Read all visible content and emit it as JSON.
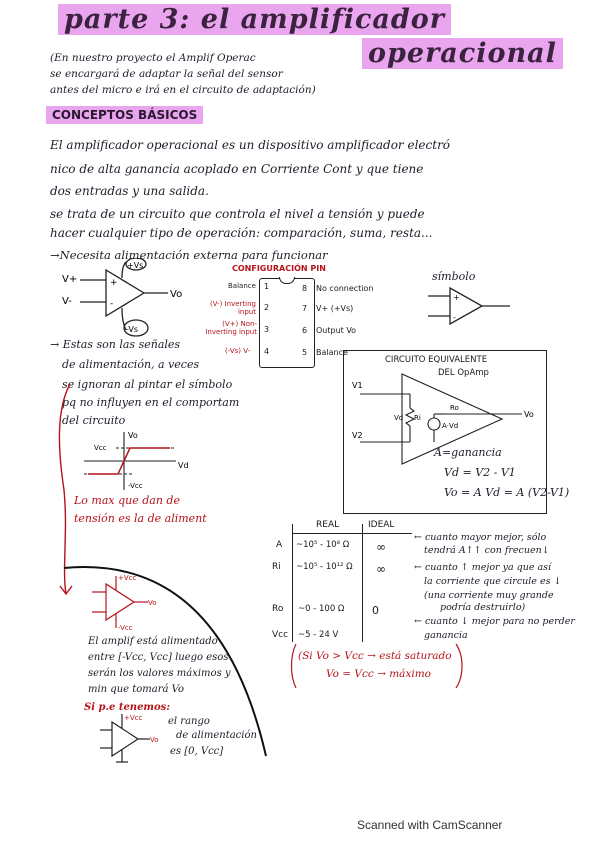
{
  "title": {
    "line1": "parte 3: el amplificador",
    "line2": "operacional"
  },
  "intro": [
    "(En nuestro proyecto el Amplif Operac",
    "se encargará de adaptar la señal del sensor",
    "antes del micro e irá en el circuito de adaptación)"
  ],
  "section_heading": "CONCEPTOS BÁSICOS",
  "definition": [
    "El   amplificador  operacional   es  un  dispositivo  amplificador  electró",
    "nico de alta ganancia  acoplado en  Corriente  Cont  y  que  tiene",
    "dos  entradas  y  una salida.",
    "se  trata  de  un  circuito   que  controla  el  nivel  a  tensión  y  puede",
    "hacer  cualquier  tipo  de  operación:  comparación, suma, resta..."
  ],
  "power_note": "→Necesita alimentación externa para funcionar",
  "left_symbol": {
    "vp": "V+",
    "vm": "V-",
    "vo": "Vo",
    "pvcc": "+Vs",
    "mvcc": "-Vs"
  },
  "signals_note": [
    "→ Estas son las señales",
    "de alimentación, a veces",
    "se ignoran al pintar el símbolo",
    "pq no influyen en el comportam",
    "del circuito"
  ],
  "pin_config": {
    "heading": "CONFIGURACIÓN PIN",
    "left": [
      {
        "label": "Balance",
        "num": "1"
      },
      {
        "label": "(V-) Inverting input",
        "num": "2"
      },
      {
        "label": "(V+) Non-Inverting input",
        "num": "3"
      },
      {
        "label": "(-Vs) V-",
        "num": "4"
      }
    ],
    "right": [
      {
        "label": "No connection",
        "num": "8"
      },
      {
        "label": "V+ (+Vs)",
        "num": "7"
      },
      {
        "label": "Output Vo",
        "num": "6"
      },
      {
        "label": "Balance",
        "num": "5"
      }
    ]
  },
  "symbol_heading": "símbolo",
  "equiv": {
    "heading1": "CIRCUITO EQUIVALENTE",
    "heading2": "DEL OpAmp",
    "v1": "V1",
    "v2": "V2",
    "vd": "Vd",
    "ri": "Ri",
    "ro": "Ro",
    "avd": "A·Vd",
    "vo": "Vo",
    "notes": [
      "A=ganancia",
      "Vd = V2 - V1",
      "Vo = A Vd = A (V2-V1)"
    ]
  },
  "transfer": {
    "vo": "Vo",
    "vd": "Vd",
    "vcc": "Vcc",
    "mvcc": "-Vcc"
  },
  "transfer_note": [
    "Lo max que dan de",
    "tensión es la de aliment"
  ],
  "table": {
    "headers": [
      "",
      "REAL",
      "IDEAL"
    ],
    "rows": [
      {
        "param": "A",
        "real": "~10⁵ - 10⁸ Ω",
        "ideal": "∞"
      },
      {
        "param": "Ri",
        "real": "~10⁵ - 10¹² Ω",
        "ideal": "∞"
      },
      {
        "param": "Ro",
        "real": "~0 - 100 Ω",
        "ideal": "0"
      },
      {
        "param": "Vcc",
        "real": "~5 - 24 V",
        "ideal": ""
      }
    ],
    "notes": [
      "← cuanto mayor mejor, sólo",
      "tendrá A↑↑ con frecuen↓",
      "← cuanto ↑ mejor ya que así",
      "la corriente que circule es ↓",
      "(una corriente muy grande",
      "podría destruirlo)",
      "← cuanto ↓ mejor para no perder",
      "ganancia"
    ],
    "cond1": "(Si  Vo > Vcc → está saturado",
    "cond2": "Vo = Vcc → máximo"
  },
  "bottom_symbol": {
    "pvcc": "+Vcc",
    "mvcc": "-Vcc",
    "vo": "Vo"
  },
  "bottom_note": [
    "El amplif está alimentado",
    "entre [-Vcc, Vcc] luego esos",
    "serán los valores máximos y",
    "min que tomará Vo"
  ],
  "example_heading": "Si p.e tenemos:",
  "example_symbol": {
    "pvcc": "+Vcc",
    "vo": "Vo"
  },
  "example_text": [
    "el rango",
    "de alimentación",
    "es [0, Vcc]"
  ],
  "scanner": "Scanned with CamScanner"
}
